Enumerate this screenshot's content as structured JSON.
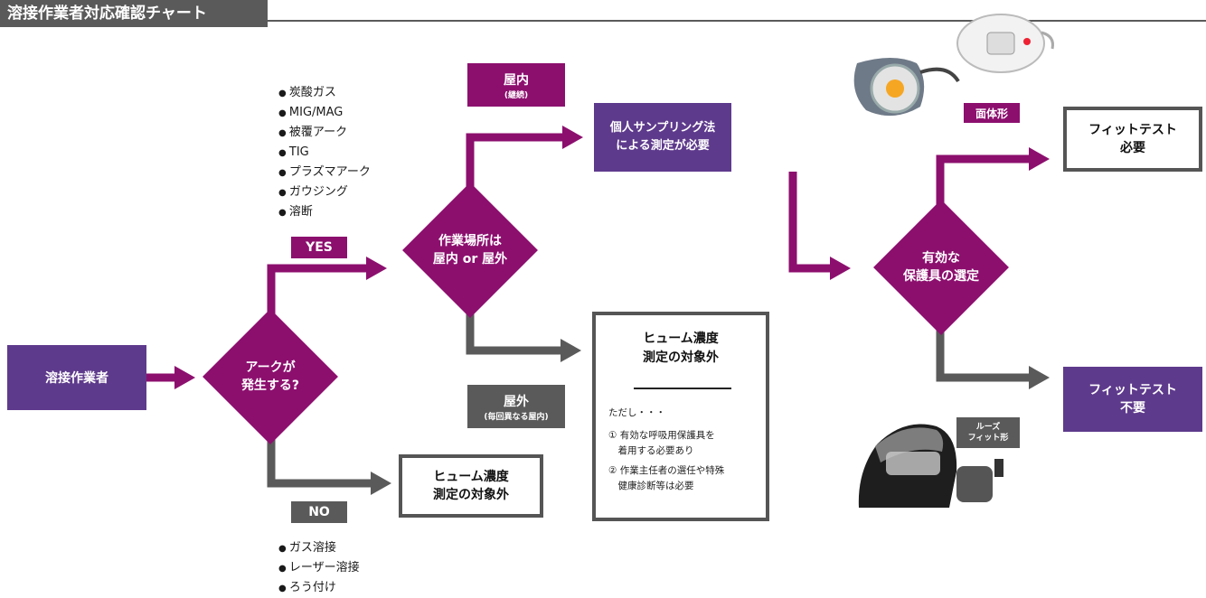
{
  "title": "溶接作業者対応確認チャート",
  "start": "溶接作業者",
  "arc_question": "アークが\n発生する?",
  "yes_label": "YES",
  "no_label": "NO",
  "yes_items": [
    "炭酸ガス",
    "MIG/MAG",
    "被覆アーク",
    "TIG",
    "プラズマアーク",
    "ガウジング",
    "溶断"
  ],
  "no_items": [
    "ガス溶接",
    "レーザー溶接",
    "ろう付け"
  ],
  "place_question": "作業場所は\n屋内 or 屋外",
  "indoor": {
    "label": "屋内",
    "sub": "(継続)"
  },
  "outdoor": {
    "label": "屋外",
    "sub": "(毎回異なる屋内)"
  },
  "sampling": "個人サンプリング法\nによる測定が必要",
  "fume_excluded": "ヒューム濃度\n測定の対象外",
  "fume_excluded_note": {
    "title": "ヒューム濃度\n測定の対象外",
    "lead": "ただし・・・",
    "items": [
      "① 有効な呼吸用保護具を\n　着用する必要あり",
      "② 作業主任者の選任や特殊\n　健康診断等は必要"
    ]
  },
  "protect_question": "有効な\n保護具の選定",
  "face_type": "面体形",
  "loose_type": "ルーズ\nフィット形",
  "fit_required": "フィットテスト\n必要",
  "fit_not_required": "フィットテスト\n不要",
  "colors": {
    "purple": "#5e3a8c",
    "magenta": "#8c0f6e",
    "gray": "#5a5a5a"
  }
}
